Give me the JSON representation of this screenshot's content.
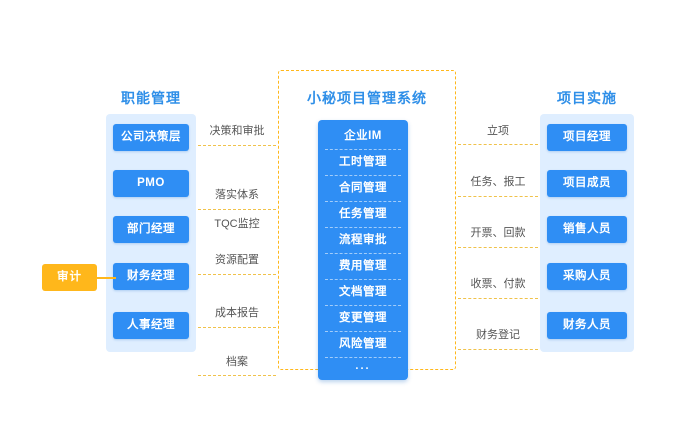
{
  "columns": {
    "left": {
      "title": "职能管理",
      "items": [
        {
          "label": "公司决策层"
        },
        {
          "label": "PMO"
        },
        {
          "label": "部门经理"
        },
        {
          "label": "财务经理"
        },
        {
          "label": "人事经理"
        }
      ]
    },
    "center": {
      "title": "小秘项目管理系统",
      "items": [
        {
          "label": "企业IM"
        },
        {
          "label": "工时管理"
        },
        {
          "label": "合同管理"
        },
        {
          "label": "任务管理"
        },
        {
          "label": "流程审批"
        },
        {
          "label": "费用管理"
        },
        {
          "label": "文档管理"
        },
        {
          "label": "变更管理"
        },
        {
          "label": "风险管理"
        },
        {
          "label": "..."
        }
      ]
    },
    "right": {
      "title": "项目实施",
      "items": [
        {
          "label": "项目经理"
        },
        {
          "label": "项目成员"
        },
        {
          "label": "销售人员"
        },
        {
          "label": "采购人员"
        },
        {
          "label": "财务人员"
        }
      ]
    }
  },
  "audit": {
    "label": "审计"
  },
  "connectors": {
    "left_labels": [
      "决策和审批",
      "落实体系",
      "TQC监控",
      "资源配置",
      "成本报告",
      "档案"
    ],
    "right_labels": [
      "立项",
      "任务、报工",
      "开票、回款",
      "收票、付款",
      "财务登记"
    ]
  },
  "colors": {
    "primary_blue": "#2f8ef4",
    "panel_blue": "#dfeeff",
    "title_blue": "#2f8fe8",
    "accent_orange": "#ffb71b",
    "rule_orange": "#f0c24a",
    "label_gray": "#555555",
    "background": "#ffffff"
  }
}
